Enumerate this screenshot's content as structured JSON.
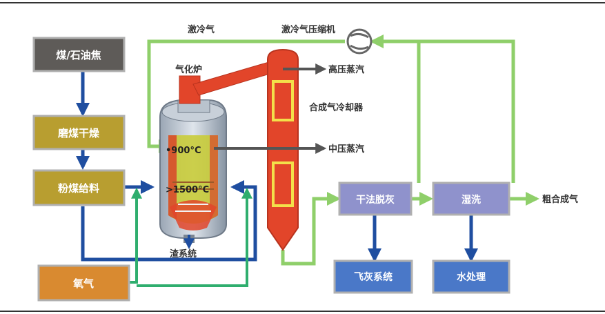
{
  "boxes": {
    "coal": "煤/石油焦",
    "grinding": "磨煤干燥",
    "feeding": "粉煤给料",
    "oxygen": "氧气",
    "dry_ash": "干法脱灰",
    "wet_wash": "湿洗",
    "fly_ash": "飞灰系统",
    "water": "水处理"
  },
  "labels": {
    "quench_gas": "激冷气",
    "quench_compressor": "激冷气压缩机",
    "gasifier": "气化炉",
    "hp_steam": "高压蒸汽",
    "syngas_cooler": "合成气冷却器",
    "mp_steam": "中压蒸汽",
    "slag": "渣系统",
    "raw_syngas": "粗合成气",
    "temp_top": "•900°C",
    "temp_bottom": ">1500°C"
  },
  "colors": {
    "gray_box": "#5e5b58",
    "olive_box": "#b89e30",
    "orange_box": "#d98a30",
    "lavender_box": "#8f92cc",
    "blue_box": "#4a78c8",
    "green_line": "#8fcf6a",
    "blue_line": "#1f4ea0",
    "dark_green_line": "#2fae6e",
    "red": "#e2452a"
  }
}
